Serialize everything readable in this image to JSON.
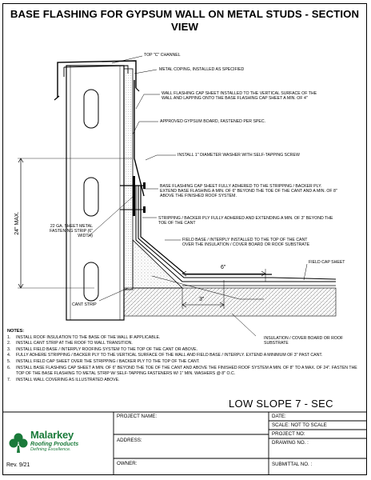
{
  "title": "BASE FLASHING FOR GYPSUM WALL ON METAL STUDS - SECTION VIEW",
  "callouts": {
    "top_c_channel": "TOP \"C\" CHANNEL",
    "metal_coping": "METAL COPING, INSTALLED AS SPECIFIED",
    "wall_flashing_cap": "WALL FLASHING CAP SHEET INSTALLED TO THE VERTICAL SURFACE OF THE WALL AND LAPPING ONTO THE BASE FLASHING CAP SHEET A MIN. OF 4\"",
    "gypsum_board": "APPROVED GYPSUM BOARD, FASTENED PER SPEC.",
    "washer": "INSTALL 1\" DIAMETER WASHER WITH SELF-TAPPING SCREW",
    "base_flashing_cap": "BASE FLASHING CAP SHEET FULLY ADHERED TO THE STRIPPING / BACKER PLY.  EXTEND BASE FLASHING A MIN. OF 6\" BEYOND THE TOE OF THE CANT AND A MIN. OF 8\" ABOVE THE FINISHED ROOF SYSTEM.",
    "stripping": "STRIPPING / BACKER PLY FULLY ADHERED AND EXTENDING A MIN. OF 3\" BEYOND THE TOE OF THE CANT",
    "fastening_strip": "22 GA. SHEET METAL FASTENING STRIP (6\" WIDTH)",
    "field_base": "FIELD BASE / INTERPLY INSTALLED TO THE TOP OF THE CANT OVER THE INSULATION / COVER BOARD OR ROOF SUBSTRATE",
    "field_cap": "FIELD CAP SHEET",
    "cant_strip": "CANT STRIP",
    "insulation": "INSULATION / COVER BOARD OR ROOF SUBSTRATE",
    "dim_24": "24\" MAX.",
    "dim_6": "6\"",
    "dim_3": "3\""
  },
  "notes_heading": "NOTES:",
  "notes": [
    {
      "n": "1.",
      "text": "INSTALL ROOF INSULATION TO THE BASE OF THE WALL IF APPLICABLE."
    },
    {
      "n": "2.",
      "text": "INSTALL CANT STRIP AT THE ROOF TO WALL TRANSITION."
    },
    {
      "n": "3.",
      "text": "INSTALL FIELD BASE / INTERPLY ROOFING SYSTEM TO THE TOP OF THE CANT OR ABOVE."
    },
    {
      "n": "4.",
      "text": "FULLY ADHERE STRIPPING / BACKER PLY TO THE VERTICAL SURFACE OF THE WALL AND FIELD BASE / INTERPLY. EXTEND A MINIMUM OF 3\" PAST CANT."
    },
    {
      "n": "5.",
      "text": "INSTALL FIELD CAP SHEET OVER THE STRIPPING / BACKER PLY TO THE TOP OF THE CANT."
    },
    {
      "n": "6.",
      "text": "INSTALL BASE FLASHING CAP SHEET A MIN. OF 6\" BEYOND THE TOE OF THE CANT AND ABOVE THE FINISHED ROOF SYSTEM A MIN. OF 8\" TO A MAX. OF 24\".  FASTEN THE TOP OF THE BASE FLASHING TO METAL STRIP W/ SELF-TAPPING FASTENERS W/ 1\" MIN. WASHERS @ 8\" O.C."
    },
    {
      "n": "7.",
      "text": "INSTALL WALL COVERING AS ILLUSTRATED ABOVE."
    }
  ],
  "detail_ref": "LOW SLOPE 7 - SEC",
  "title_block": {
    "project_name": "PROJECT NAME:",
    "address": "ADDRESS:",
    "owner": "OWNER:",
    "date": "DATE:",
    "scale": "SCALE:  NOT TO SCALE",
    "project_no": "PROJECT NO:",
    "drawing_no": "DRAWING NO. :",
    "submittal_no": "SUBMITTAL NO. :"
  },
  "logo": {
    "name": "Malarkey",
    "sub": "Roofing Products",
    "tagline": "Defining Excellence."
  },
  "revision": "Rev. 9/21",
  "colors": {
    "logo_green": "#1a7a3a"
  }
}
